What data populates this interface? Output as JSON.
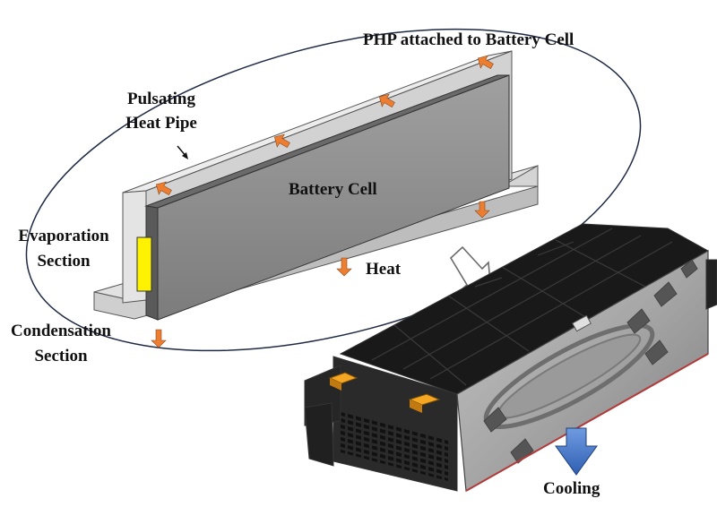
{
  "labels": {
    "php_title": "PHP attached to Battery Cell",
    "pulsating_line1": "Pulsating",
    "pulsating_line2": "Heat Pipe",
    "battery_cell": "Battery Cell",
    "evaporation_line1": "Evaporation",
    "evaporation_line2": "Section",
    "heat": "Heat",
    "condensation_line1": "Condensation",
    "condensation_line2": "Section",
    "cooling": "Cooling"
  },
  "colors": {
    "heat_arrow": "#ED7D31",
    "cooling_arrow": "#4472C4",
    "battery_cell": "#8E8E8E",
    "heat_pipe": "#D9D9D9",
    "evaporation_section": "#FFF200",
    "module_housing": "#1E1E1E",
    "module_plate": "#A9A9A9",
    "terminal": "#F5A623"
  },
  "icons": {
    "heat_arrow": "orange-arrow-icon",
    "cooling_arrow": "blue-down-arrow-icon",
    "pointer_arrow": "gray-pointer-arrow-icon"
  }
}
